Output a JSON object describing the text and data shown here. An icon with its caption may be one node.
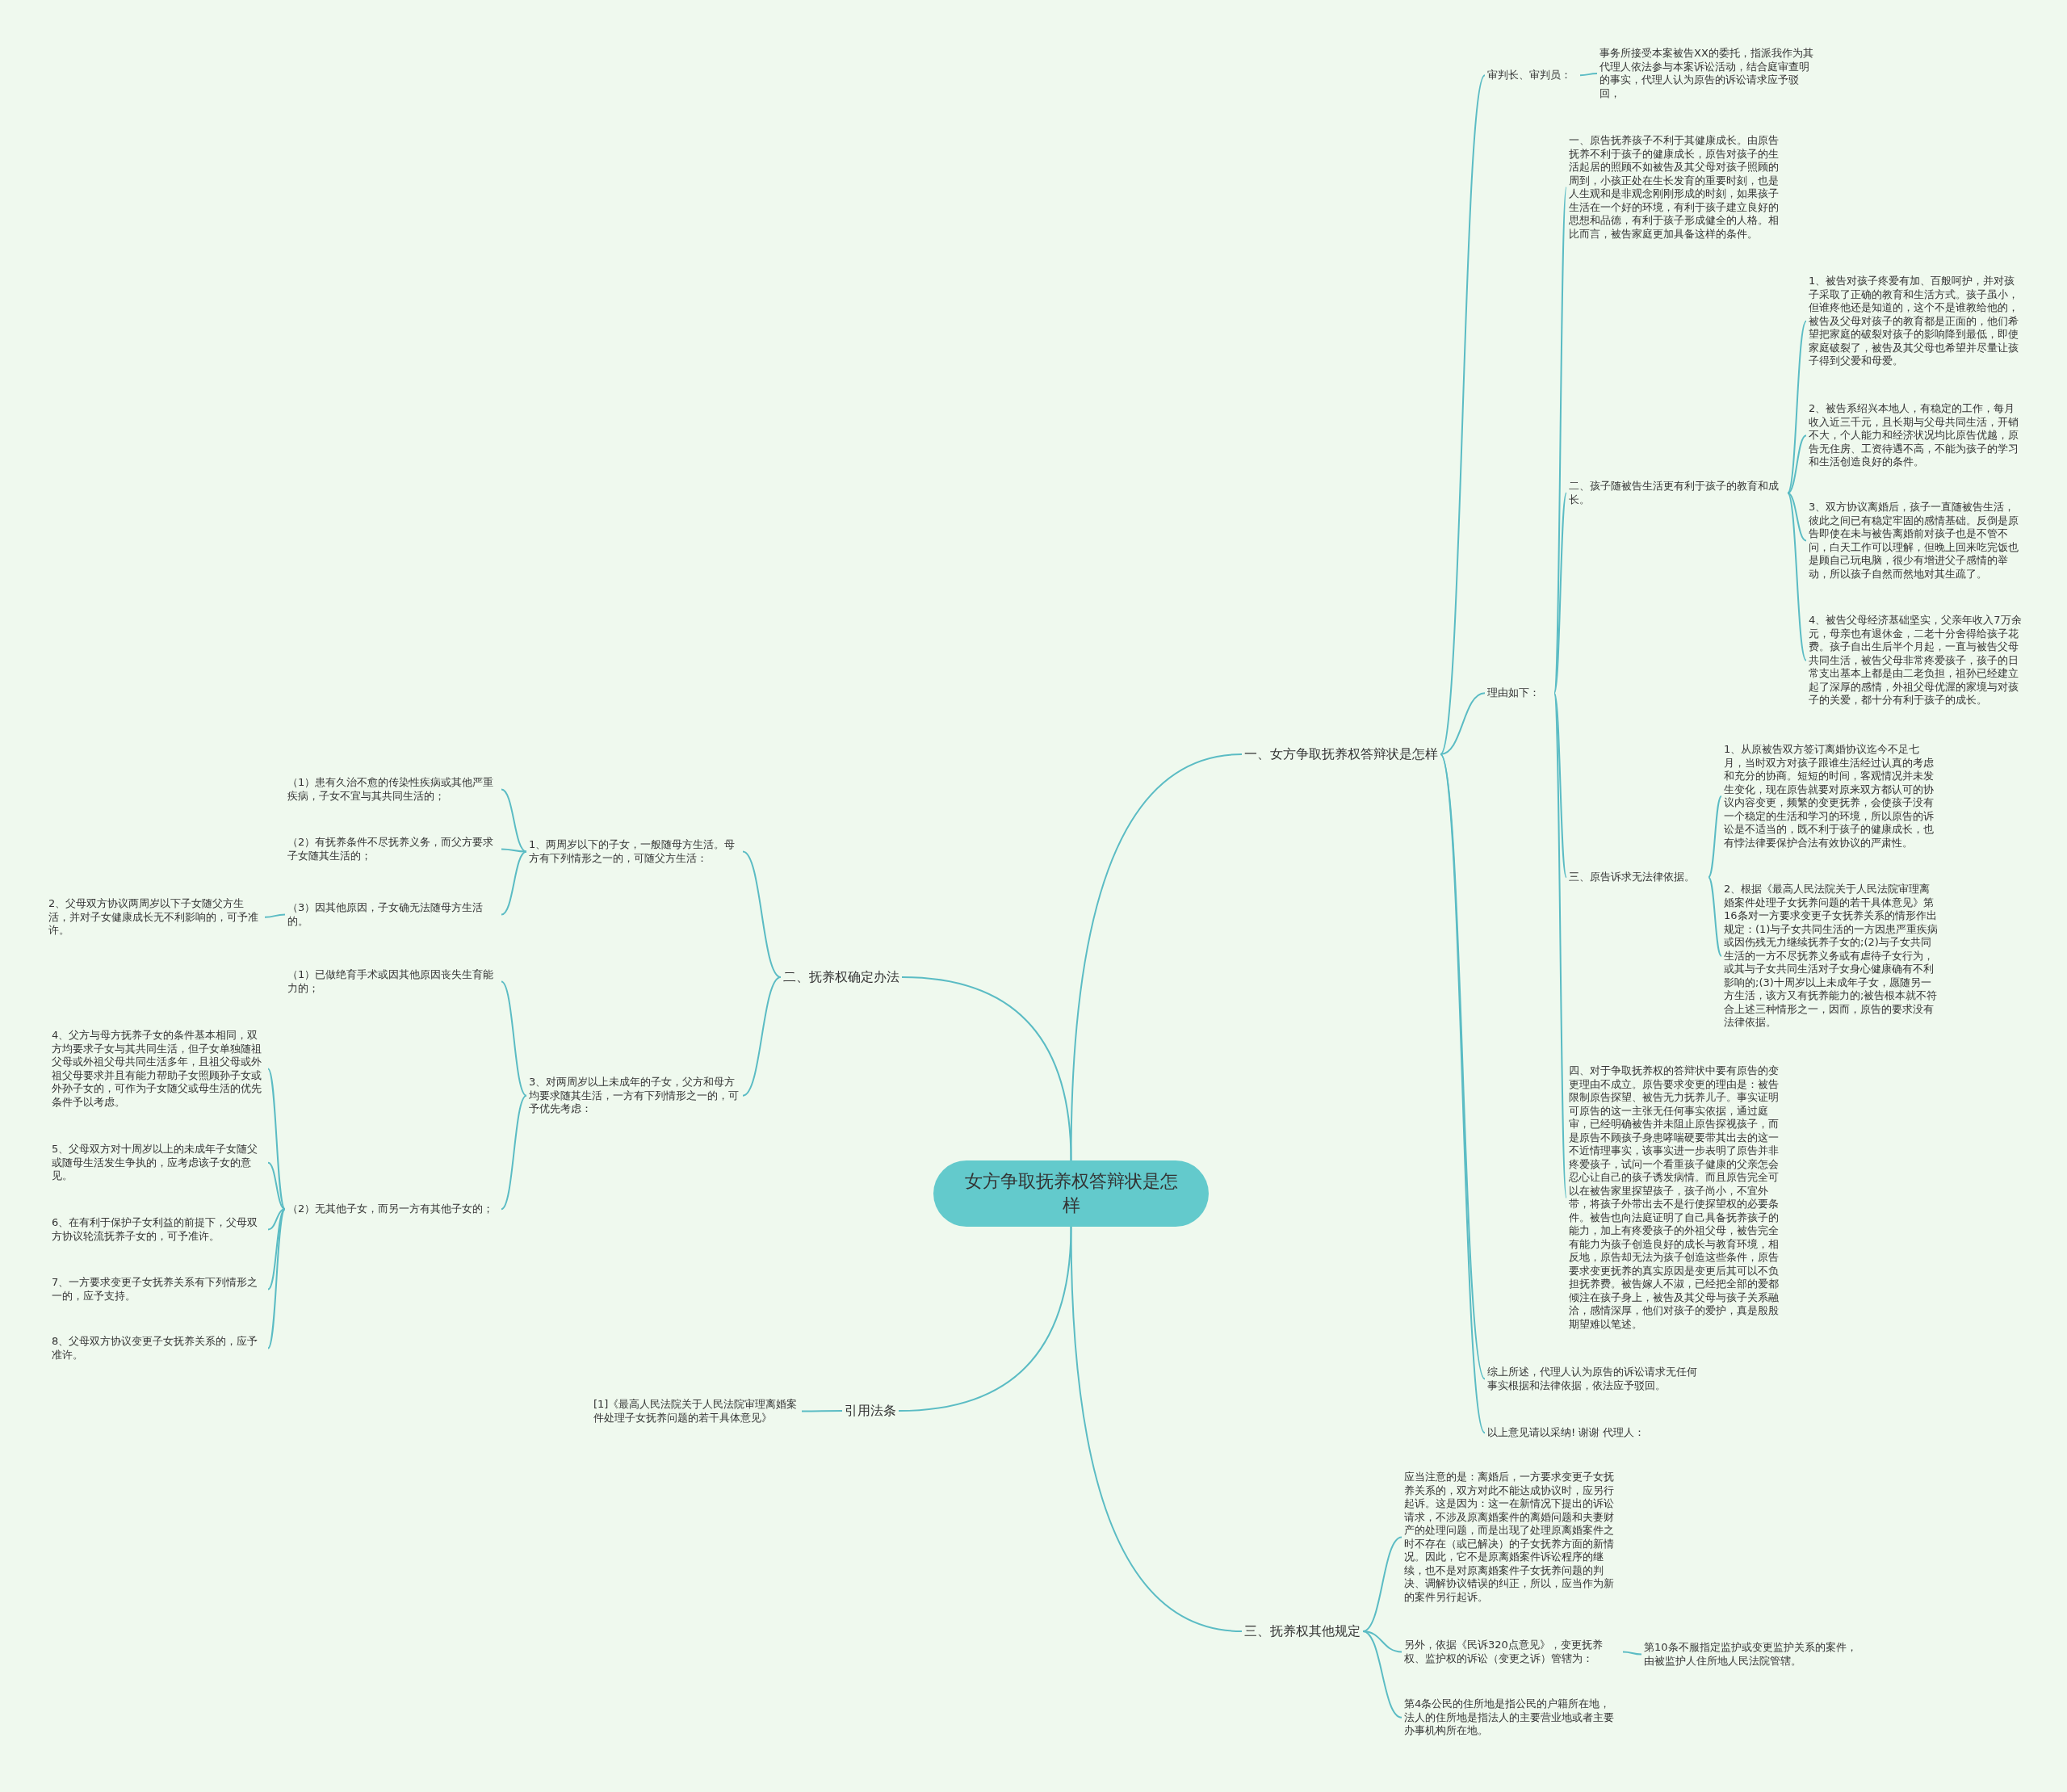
{
  "diagram": {
    "nodes": [
      {
        "text": [
          "女方争取抚养权答辩状是怎样"
        ]
      },
      {
        "text": [
          "一、女方争取抚养权答辩状是怎样"
        ]
      },
      {
        "text": [
          "审判长、审判员："
        ]
      },
      {
        "text": [
          "事务所接受本案被告XX的委托，指派我作为其代理人依法参与本案诉讼活动，结合庭审查明的事实，代理人认为原告的诉讼请求应予驳回，"
        ]
      },
      {
        "text": [
          "理由如下："
        ]
      },
      {
        "text": [
          "一、原告抚养孩子不利于其健康成长。由原告抚养不利于孩子的健康成长，原告对孩子的生活起居的照顾不如被告及其父母对孩子照顾的周到，小孩正处在生长发育的重要时刻，也是人生观和是非观念刚刚形成的时刻，如果孩子生活在一个好的环境，有利于孩子建立良好的思想和品德，有利于孩子形成健全的人格。相比而言，被告家庭更加具备这样的条件。"
        ]
      },
      {
        "text": [
          "二、孩子随被告生活更有利于孩子的教育和成长。"
        ]
      },
      {
        "text": [
          "1、被告对孩子疼爱有加、百般呵护，并对孩子采取了正确的教育和生活方式。孩子虽小，但谁疼他还是知道的，这个不是谁教给他的，被告及父母对孩子的教育都是正面的，他们希望把家庭的破裂对孩子的影响降到最低，即使家庭破裂了，被告及其父母也希望并尽量让孩子得到父爱和母爱。"
        ]
      },
      {
        "text": [
          "2、被告系绍兴本地人，有稳定的工作，每月收入近三千元，且长期与父母共同生活，开销不大，个人能力和经济状况均比原告优越，原告无住房、工资待遇不高，不能为孩子的学习和生活创造良好的条件。"
        ]
      },
      {
        "text": [
          "3、双方协议离婚后，孩子一直随被告生活，彼此之间已有稳定牢固的感情基础。反倒是原告即使在未与被告离婚前对孩子也是不管不问，白天工作可以理解，但晚上回来吃完饭也是顾自己玩电脑，很少有增进父子感情的举动，所以孩子自然而然地对其生疏了。"
        ]
      },
      {
        "text": [
          "4、被告父母经济基础坚实，父亲年收入7万余元，母亲也有退休金，二老十分舍得给孩子花费。孩子自出生后半个月起，一直与被告父母共同生活，被告父母非常疼爱孩子，孩子的日常支出基本上都是由二老负担，祖孙已经建立起了深厚的感情，外祖父母优渥的家境与对孩子的关爱，都十分有利于孩子的成长。"
        ]
      },
      {
        "text": [
          "三、原告诉求无法律依据。"
        ]
      },
      {
        "text": [
          "1、从原被告双方签订离婚协议迄今不足七月，当时双方对孩子跟谁生活经过认真的考虑和充分的协商。短短的时间，客观情况并未发生变化，现在原告就要对原来双方都认可的协议内容变更，频繁的变更抚养，会使孩子没有一个稳定的生活和学习的环境，所以原告的诉讼是不适当的，既不利于孩子的健康成长，也有悖法律要保护合法有效协议的严肃性。"
        ]
      },
      {
        "text": [
          "2、根据《最高人民法院关于人民法院审理离婚案件处理子女抚养问题的若干具体意见》第16条对一方要求变更子女抚养关系的情形作出规定：(1)与子女共同生活的一方因患严重疾病或因伤残无力继续抚养子女的;(2)与子女共同生活的一方不尽抚养义务或有虐待子女行为，或其与子女共同生活对子女身心健康确有不利影响的;(3)十周岁以上未成年子女，愿随另一方生活，该方又有抚养能力的;被告根本就不符合上述三种情形之一，因而，原告的要求没有法律依据。"
        ]
      },
      {
        "text": [
          "四、对于争取抚养权的答辩状中要有原告的变更理由不成立。原告要求变更的理由是：被告限制原告探望、被告无力抚养儿子。事实证明可原告的这一主张无任何事实依据，通过庭审，已经明确被告并未阻止原告探视孩子，而是原告不顾孩子身患哮喘硬要带其出去的这一不近情理事实，该事实进一步表明了原告并非疼爱孩子，试问一个看重孩子健康的父亲怎会忍心让自己的孩子诱发病情。而且原告完全可以在被告家里探望孩子，孩子尚小，不宜外带，将孩子外带出去不是行使探望权的必要条件。被告也向法庭证明了自己具备抚养孩子的能力，加上有疼爱孩子的外祖父母，被告完全有能力为孩子创造良好的成长与教育环境，相反地，原告却无法为孩子创造这些条件，原告要求变更抚养的真实原因是变更后其可以不负担抚养费。被告嫁人不淑，已经把全部的爱都倾注在孩子身上，被告及其父母与孩子关系融洽，感情深厚，他们对孩子的爱护，真是殷殷期望难以笔述。"
        ]
      },
      {
        "text": [
          "综上所述，代理人认为原告的诉讼请求无任何事实根据和法律依据，依法应予驳回。"
        ]
      },
      {
        "text": [
          "以上意见请以采纳! 谢谢 代理人："
        ]
      },
      {
        "text": [
          "二、抚养权确定办法"
        ]
      },
      {
        "text": [
          "1、两周岁以下的子女，一般随母方生活。母方有下列情形之一的，可随父方生活："
        ]
      },
      {
        "text": [
          "（1）患有久治不愈的传染性疾病或其他严重疾病，子女不宜与其共同生活的；"
        ]
      },
      {
        "text": [
          "（2）有抚养条件不尽抚养义务，而父方要求子女随其生活的；"
        ]
      },
      {
        "text": [
          "（3）因其他原因，子女确无法随母方生活的。"
        ]
      },
      {
        "text": [
          "2、父母双方协议两周岁以下子女随父方生活，并对子女健康成长无不利影响的，可予准许。"
        ]
      },
      {
        "text": [
          "3、对两周岁以上未成年的子女，父方和母方均要求随其生活，一方有下列情形之一的，可予优先考虑："
        ]
      },
      {
        "text": [
          "（1）已做绝育手术或因其他原因丧失生育能力的；"
        ]
      },
      {
        "text": [
          "（2）无其他子女，而另一方有其他子女的；"
        ]
      },
      {
        "text": [
          "4、父方与母方抚养子女的条件基本相同，双方均要求子女与其共同生活，但子女单独随祖父母或外祖父母共同生活多年，且祖父母或外祖父母要求并且有能力帮助子女照顾孙子女或外孙子女的，可作为子女随父或母生活的优先条件予以考虑。"
        ]
      },
      {
        "text": [
          "5、父母双方对十周岁以上的未成年子女随父或随母生活发生争执的，应考虑该子女的意见。"
        ]
      },
      {
        "text": [
          "6、在有利于保护子女利益的前提下，父母双方协议轮流抚养子女的，可予准许。"
        ]
      },
      {
        "text": [
          "7、一方要求变更子女抚养关系有下列情形之一的，应予支持。"
        ]
      },
      {
        "text": [
          "8、父母双方协议变更子女抚养关系的，应予准许。"
        ]
      },
      {
        "text": [
          "引用法条"
        ]
      },
      {
        "text": [
          "[1]《最高人民法院关于人民法院审理离婚案件处理子女抚养问题的若干具体意见》"
        ]
      },
      {
        "text": [
          "三、抚养权其他规定"
        ]
      },
      {
        "text": [
          "应当注意的是：离婚后，一方要求变更子女抚养关系的，双方对此不能达成协议时，应另行起诉。这是因为：这一在新情况下提出的诉讼请求，不涉及原离婚案件的离婚问题和夫妻财产的处理问题，而是出现了处理原离婚案件之时不存在（或已解决）的子女抚养方面的新情况。因此，它不是原离婚案件诉讼程序的继续，也不是对原离婚案件子女抚养问题的判决、调解协议错误的纠正，所以，应当作为新的案件另行起诉。"
        ]
      },
      {
        "text": [
          "另外，依据《民诉320点意见》，变更抚养权、监护权的诉讼（变更之诉）管辖为："
        ]
      },
      {
        "text": [
          "第10条不服指定监护或变更监护关系的案件，由被监护人住所地人民法院管辖。"
        ]
      },
      {
        "text": [
          "第4条公民的住所地是指公民的户籍所在地，法人的住所地是指法人的主要营业地或者主要办事机构所在地。"
        ]
      }
    ],
    "edges": [
      {
        "from": 0,
        "to": 1,
        "arrow": "none"
      },
      {
        "from": 1,
        "to": 2,
        "arrow": "none"
      },
      {
        "from": 2,
        "to": 3,
        "arrow": "none"
      },
      {
        "from": 1,
        "to": 4,
        "arrow": "none"
      },
      {
        "from": 4,
        "to": 5,
        "arrow": "none"
      },
      {
        "from": 4,
        "to": 6,
        "arrow": "none"
      },
      {
        "from": 6,
        "to": 7,
        "arrow": "none"
      },
      {
        "from": 6,
        "to": 8,
        "arrow": "none"
      },
      {
        "from": 6,
        "to": 9,
        "arrow": "none"
      },
      {
        "from": 6,
        "to": 10,
        "arrow": "none"
      },
      {
        "from": 4,
        "to": 11,
        "arrow": "none"
      },
      {
        "from": 11,
        "to": 12,
        "arrow": "none"
      },
      {
        "from": 11,
        "to": 13,
        "arrow": "none"
      },
      {
        "from": 4,
        "to": 14,
        "arrow": "none"
      },
      {
        "from": 1,
        "to": 15,
        "arrow": "none"
      },
      {
        "from": 1,
        "to": 16,
        "arrow": "none"
      },
      {
        "from": 0,
        "to": 17,
        "arrow": "none"
      },
      {
        "from": 17,
        "to": 18,
        "arrow": "none"
      },
      {
        "from": 18,
        "to": 19,
        "arrow": "none"
      },
      {
        "from": 18,
        "to": 20,
        "arrow": "none"
      },
      {
        "from": 18,
        "to": 21,
        "arrow": "none"
      },
      {
        "from": 21,
        "to": 22,
        "arrow": "none"
      },
      {
        "from": 17,
        "to": 23,
        "arrow": "none"
      },
      {
        "from": 23,
        "to": 24,
        "arrow": "none"
      },
      {
        "from": 23,
        "to": 25,
        "arrow": "none"
      },
      {
        "from": 25,
        "to": 26,
        "arrow": "none"
      },
      {
        "from": 25,
        "to": 27,
        "arrow": "none"
      },
      {
        "from": 25,
        "to": 28,
        "arrow": "none"
      },
      {
        "from": 25,
        "to": 29,
        "arrow": "none"
      },
      {
        "from": 25,
        "to": 30,
        "arrow": "none"
      },
      {
        "from": 0,
        "to": 31,
        "arrow": "none"
      },
      {
        "from": 31,
        "to": 32,
        "arrow": "none"
      },
      {
        "from": 0,
        "to": 33,
        "arrow": "none"
      },
      {
        "from": 33,
        "to": 34,
        "arrow": "none"
      },
      {
        "from": 33,
        "to": 35,
        "arrow": "none"
      },
      {
        "from": 35,
        "to": 36,
        "arrow": "none"
      },
      {
        "from": 33,
        "to": 37,
        "arrow": "none"
      }
    ]
  }
}
